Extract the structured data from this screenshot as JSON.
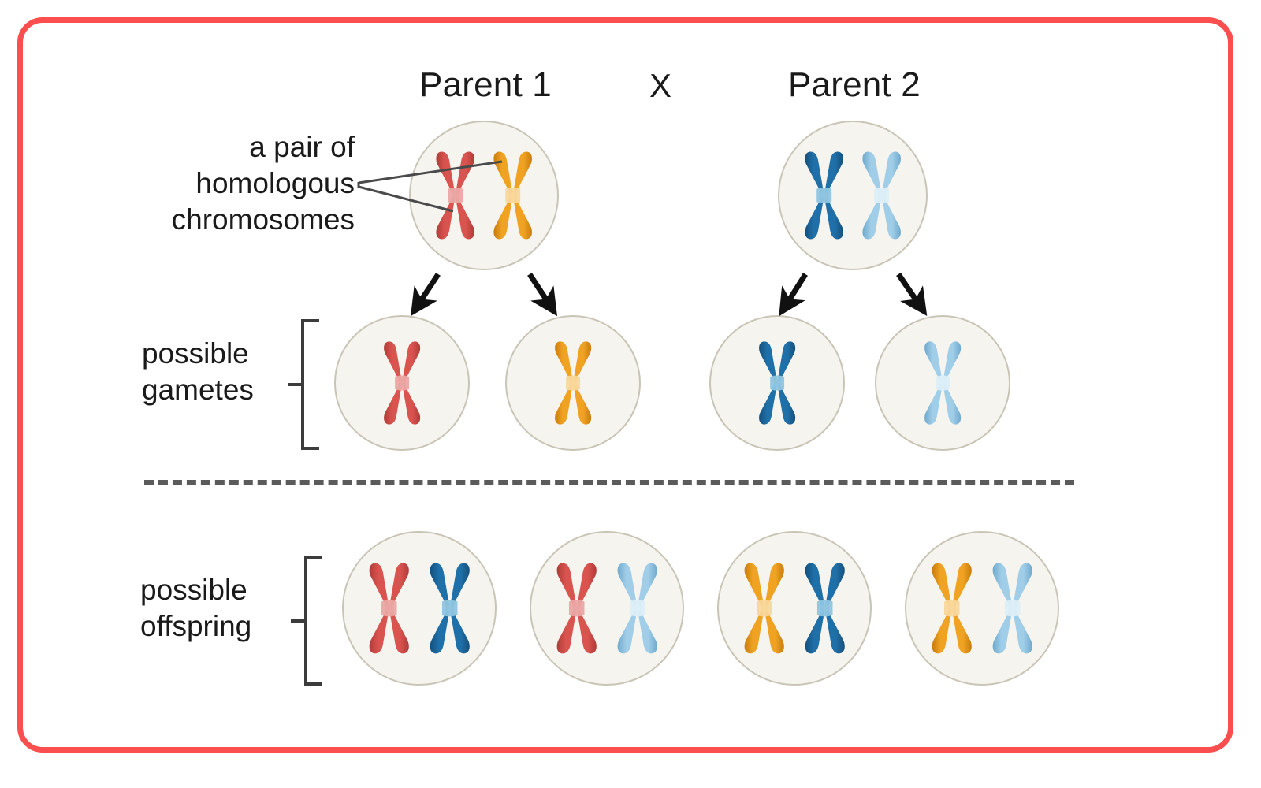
{
  "diagram": {
    "title_parent1": "Parent 1",
    "title_parent2": "Parent 2",
    "cross_symbol": "X",
    "annotation_homologous": "a pair of\nhomologous\nchromosomes",
    "label_gametes": "possible\ngametes",
    "label_offspring": "possible\noffspring"
  },
  "colors": {
    "frame_red": "#FB4F4F",
    "cell_fill": "#F5F4EF",
    "cell_stroke": "#C9C5B6",
    "chrom_red": "#D9534F",
    "chrom_red_dark": "#B03B38",
    "chrom_red_light": "#EBA6A3",
    "chrom_orange": "#F0A323",
    "chrom_orange_dark": "#C87C0C",
    "chrom_orange_light": "#F8D79A",
    "chrom_blue": "#1F6FA8",
    "chrom_blue_dark": "#15507C",
    "chrom_blue_light": "#8FC4E0",
    "chrom_lightblue": "#A0CDE8",
    "chrom_lightblue_dark": "#6FA9CC",
    "chrom_lightblue_light": "#DCEEF8",
    "text": "#1a1a1a",
    "leader_line": "#4a4a4a",
    "arrow": "#111111",
    "bracket": "#3c3c3c",
    "dash": "#5b5b5b"
  },
  "parents": [
    {
      "name": "Parent 1",
      "cell_name": "parent-1-cell",
      "chromosomes": [
        "red",
        "orange"
      ]
    },
    {
      "name": "Parent 2",
      "cell_name": "parent-2-cell",
      "chromosomes": [
        "blue",
        "lightblue"
      ]
    }
  ],
  "gametes": [
    {
      "cell_name": "gamete-cell-red",
      "chromosomes": [
        "red"
      ]
    },
    {
      "cell_name": "gamete-cell-orange",
      "chromosomes": [
        "orange"
      ]
    },
    {
      "cell_name": "gamete-cell-blue",
      "chromosomes": [
        "blue"
      ]
    },
    {
      "cell_name": "gamete-cell-lightblue",
      "chromosomes": [
        "lightblue"
      ]
    }
  ],
  "offspring": [
    {
      "cell_name": "offspring-cell-1",
      "chromosomes": [
        "red",
        "blue"
      ]
    },
    {
      "cell_name": "offspring-cell-2",
      "chromosomes": [
        "red",
        "lightblue"
      ]
    },
    {
      "cell_name": "offspring-cell-3",
      "chromosomes": [
        "orange",
        "blue"
      ]
    },
    {
      "cell_name": "offspring-cell-4",
      "chromosomes": [
        "orange",
        "lightblue"
      ]
    }
  ]
}
